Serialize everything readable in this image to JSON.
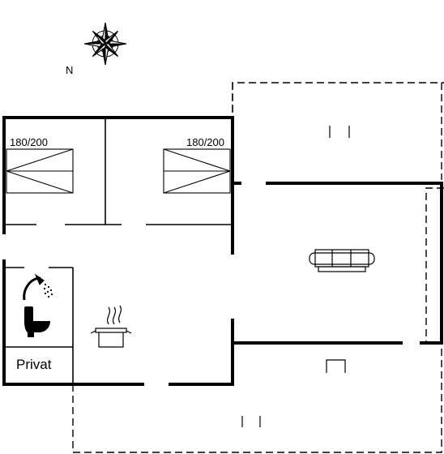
{
  "compass": {
    "north_label": "N"
  },
  "rooms": {
    "bedroom_left": {
      "bed_label": "180/200"
    },
    "bedroom_right": {
      "bed_label": "180/200"
    },
    "bathroom": {
      "label": "Privat"
    }
  },
  "icons": {
    "compass": "compass-rose-icon",
    "double_bed_left": "double-bed-icon",
    "double_bed_right": "double-bed-icon",
    "sofa": "sofa-icon",
    "cooking_pot": "cooking-pot-icon",
    "shower": "shower-icon",
    "toilet": "toilet-icon",
    "terrace_chairs_top": "garden-chairs-icon",
    "terrace_chair": "chair-icon",
    "terrace_chairs_bottom": "garden-chairs-icon"
  },
  "colors": {
    "wall": "#000000",
    "background": "#ffffff"
  }
}
